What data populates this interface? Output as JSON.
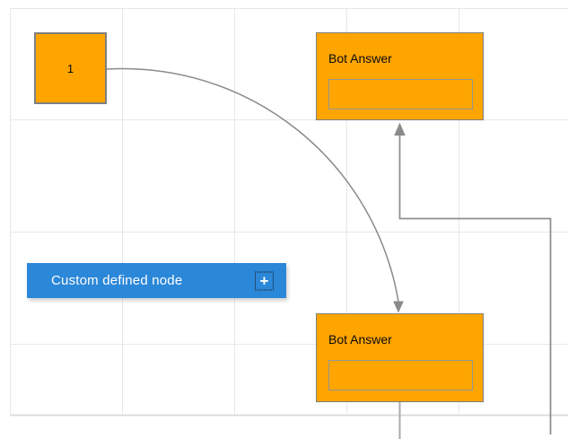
{
  "colors": {
    "node_fill": "#FFA500",
    "node_border": "#7F7F7F",
    "button_fill": "#2B87D8",
    "connector": "#8A8A8A",
    "grid_line": "#E7E7E7",
    "canvas_border": "#DCDCDC",
    "label_text": "#0A0A0A",
    "button_text": "#FFFFFF"
  },
  "nodes": {
    "start": {
      "label": "1"
    },
    "bot_answer_top": {
      "title": "Bot Answer",
      "input_value": ""
    },
    "bot_answer_bottom": {
      "title": "Bot Answer",
      "input_value": ""
    }
  },
  "palette": {
    "custom_node": {
      "label": "Custom defined node",
      "add_icon": "+"
    }
  },
  "connectors": [
    {
      "from": "start",
      "to": "bot_answer_bottom",
      "shape": "curved",
      "arrow": "target"
    },
    {
      "from": "offscreen-right-bottom",
      "to": "bot_answer_top",
      "shape": "orthogonal",
      "arrow": "target"
    },
    {
      "from": "bot_answer_bottom",
      "to": "offscreen-bottom",
      "shape": "straight",
      "arrow": "none"
    }
  ]
}
